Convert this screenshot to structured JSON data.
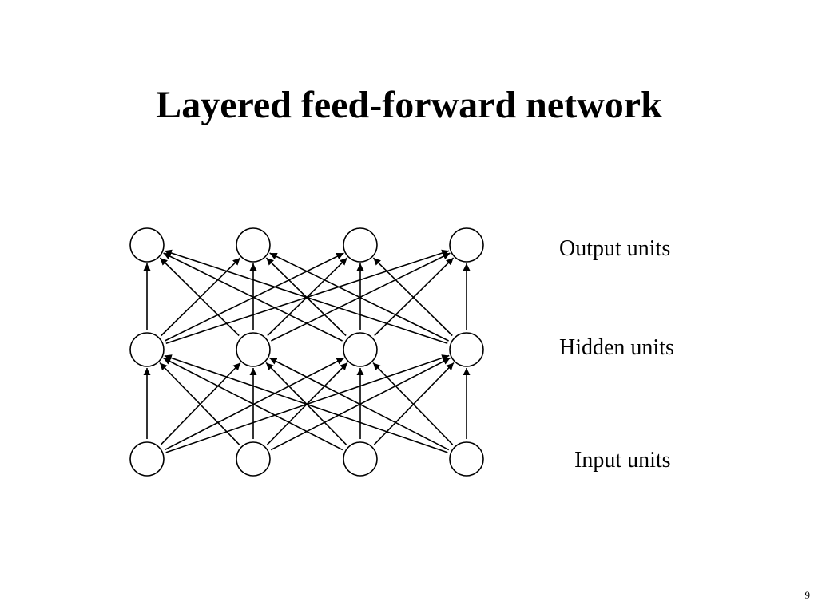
{
  "slide": {
    "title": "Layered feed-forward network",
    "page_number": "9"
  },
  "diagram": {
    "type": "feed-forward-network",
    "layers": [
      {
        "id": "input",
        "label": "Input units",
        "units": 4
      },
      {
        "id": "hidden",
        "label": "Hidden units",
        "units": 4
      },
      {
        "id": "output",
        "label": "Output units",
        "units": 4
      }
    ],
    "connections": "fully-connected between adjacent layers, arrows point upward",
    "colors": {
      "stroke": "#000000",
      "fill": "#ffffff"
    }
  }
}
